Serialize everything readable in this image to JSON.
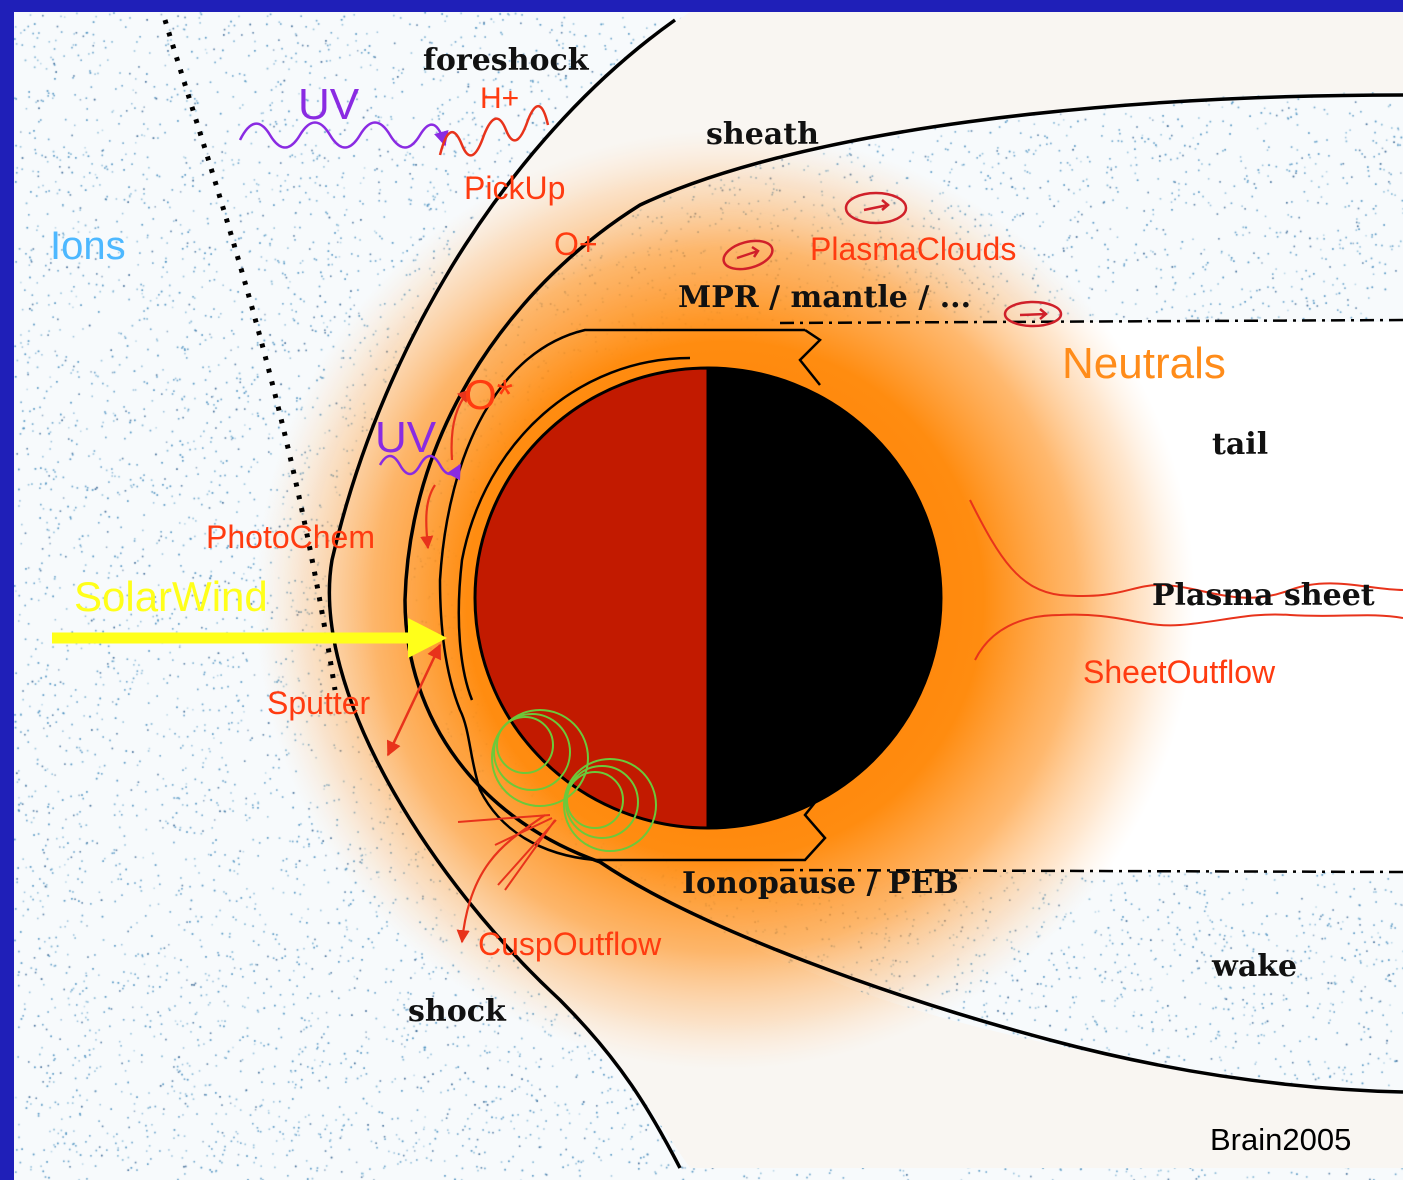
{
  "labels": {
    "foreshock": "foreshock",
    "sheath": "sheath",
    "mpr": "MPR / mantle / ...",
    "tail": "tail",
    "plasma_sheet": "Plasma sheet",
    "ionopause": "Ionopause / PEB",
    "wake": "wake",
    "shock": "shock"
  },
  "annotations": {
    "uv_top": "UV",
    "h_plus": "H+",
    "pickup": "PickUp",
    "o_plus": "O+",
    "ions": "Ions",
    "plasma_clouds": "PlasmaClouds",
    "neutrals": "Neutrals",
    "o_star": "O*",
    "uv_mid": "UV",
    "photochem": "PhotoChem",
    "solar_wind": "SolarWind",
    "sputter": "Sputter",
    "sheet_outflow": "SheetOutflow",
    "cusp_outflow": "CuspOutflow",
    "credit": "Brain2005"
  },
  "colors": {
    "border": "#1f1fb8",
    "dayside": "#c21a00",
    "nightside": "#000000",
    "neutral_glow": "#ff8a00",
    "annotation_red": "#ff3b10",
    "uv_purple": "#8a2be2",
    "solar_wind_yellow": "#ffff1a",
    "ions_cyan": "#4db8ff",
    "field_green": "#6cc93a"
  }
}
